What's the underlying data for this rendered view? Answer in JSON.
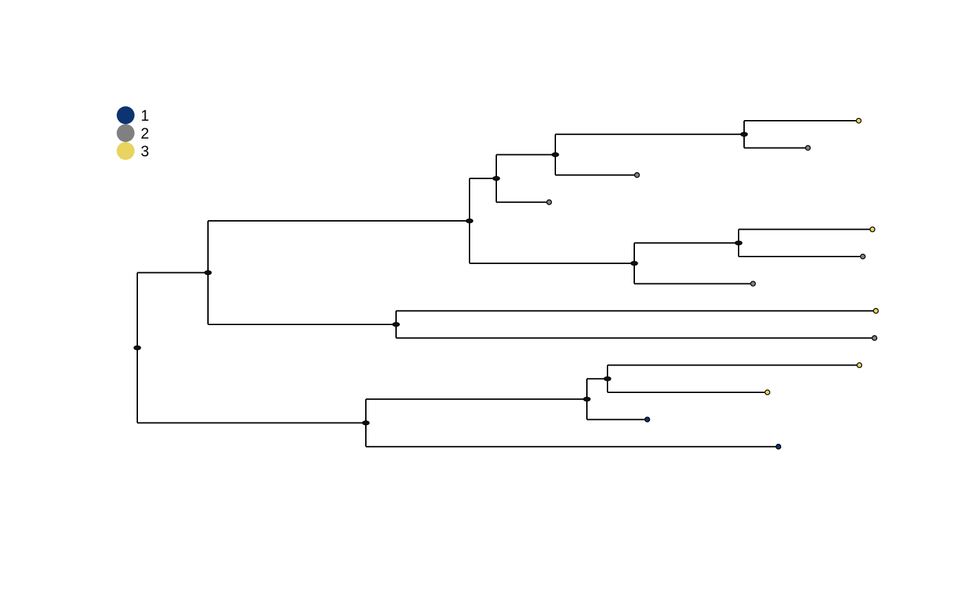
{
  "chart_data": {
    "type": "phylogenetic-tree",
    "title": "",
    "legend": {
      "placement": "top-left",
      "entries": [
        {
          "label": "1",
          "color": "#0c3470"
        },
        {
          "label": "2",
          "color": "#808080"
        },
        {
          "label": "3",
          "color": "#e8d45e"
        }
      ]
    },
    "state_colors": {
      "1": "#0c3470",
      "2": "#808080",
      "3": "#e8d45e"
    },
    "internal_node_color": "#111111",
    "tree": {
      "id": "root",
      "depth": 0,
      "children": [
        {
          "id": "n1",
          "depth": 1.03,
          "children": [
            {
              "id": "n2",
              "depth": 4.84,
              "children": [
                {
                  "id": "n3",
                  "depth": 5.23,
                  "children": [
                    {
                      "id": "n4",
                      "depth": 6.09,
                      "children": [
                        {
                          "id": "n5",
                          "depth": 8.84,
                          "children": [
                            {
                              "id": "t1",
                              "depth": 10.51,
                              "state": 3
                            },
                            {
                              "id": "t2",
                              "depth": 9.77,
                              "state": 2
                            }
                          ]
                        },
                        {
                          "id": "t3",
                          "depth": 7.28,
                          "state": 2
                        }
                      ]
                    },
                    {
                      "id": "t4",
                      "depth": 6.0,
                      "state": 2
                    }
                  ]
                },
                {
                  "id": "n6",
                  "depth": 7.24,
                  "children": [
                    {
                      "id": "n7",
                      "depth": 8.76,
                      "children": [
                        {
                          "id": "t5",
                          "depth": 10.71,
                          "state": 3
                        },
                        {
                          "id": "t6",
                          "depth": 10.57,
                          "state": 2
                        }
                      ]
                    },
                    {
                      "id": "t7",
                      "depth": 8.97,
                      "state": 2
                    }
                  ]
                }
              ]
            },
            {
              "id": "n8",
              "depth": 3.77,
              "children": [
                {
                  "id": "t8",
                  "depth": 10.76,
                  "state": 3
                },
                {
                  "id": "t9",
                  "depth": 10.74,
                  "state": 2
                }
              ]
            }
          ]
        },
        {
          "id": "n9",
          "depth": 3.33,
          "children": [
            {
              "id": "n10",
              "depth": 6.55,
              "children": [
                {
                  "id": "n11",
                  "depth": 6.85,
                  "children": [
                    {
                      "id": "t10",
                      "depth": 10.52,
                      "state": 3
                    },
                    {
                      "id": "t11",
                      "depth": 9.18,
                      "state": 3
                    }
                  ]
                },
                {
                  "id": "t12",
                  "depth": 7.43,
                  "state": 1
                }
              ]
            },
            {
              "id": "t13",
              "depth": 9.34,
              "state": 1
            }
          ]
        }
      ]
    }
  }
}
